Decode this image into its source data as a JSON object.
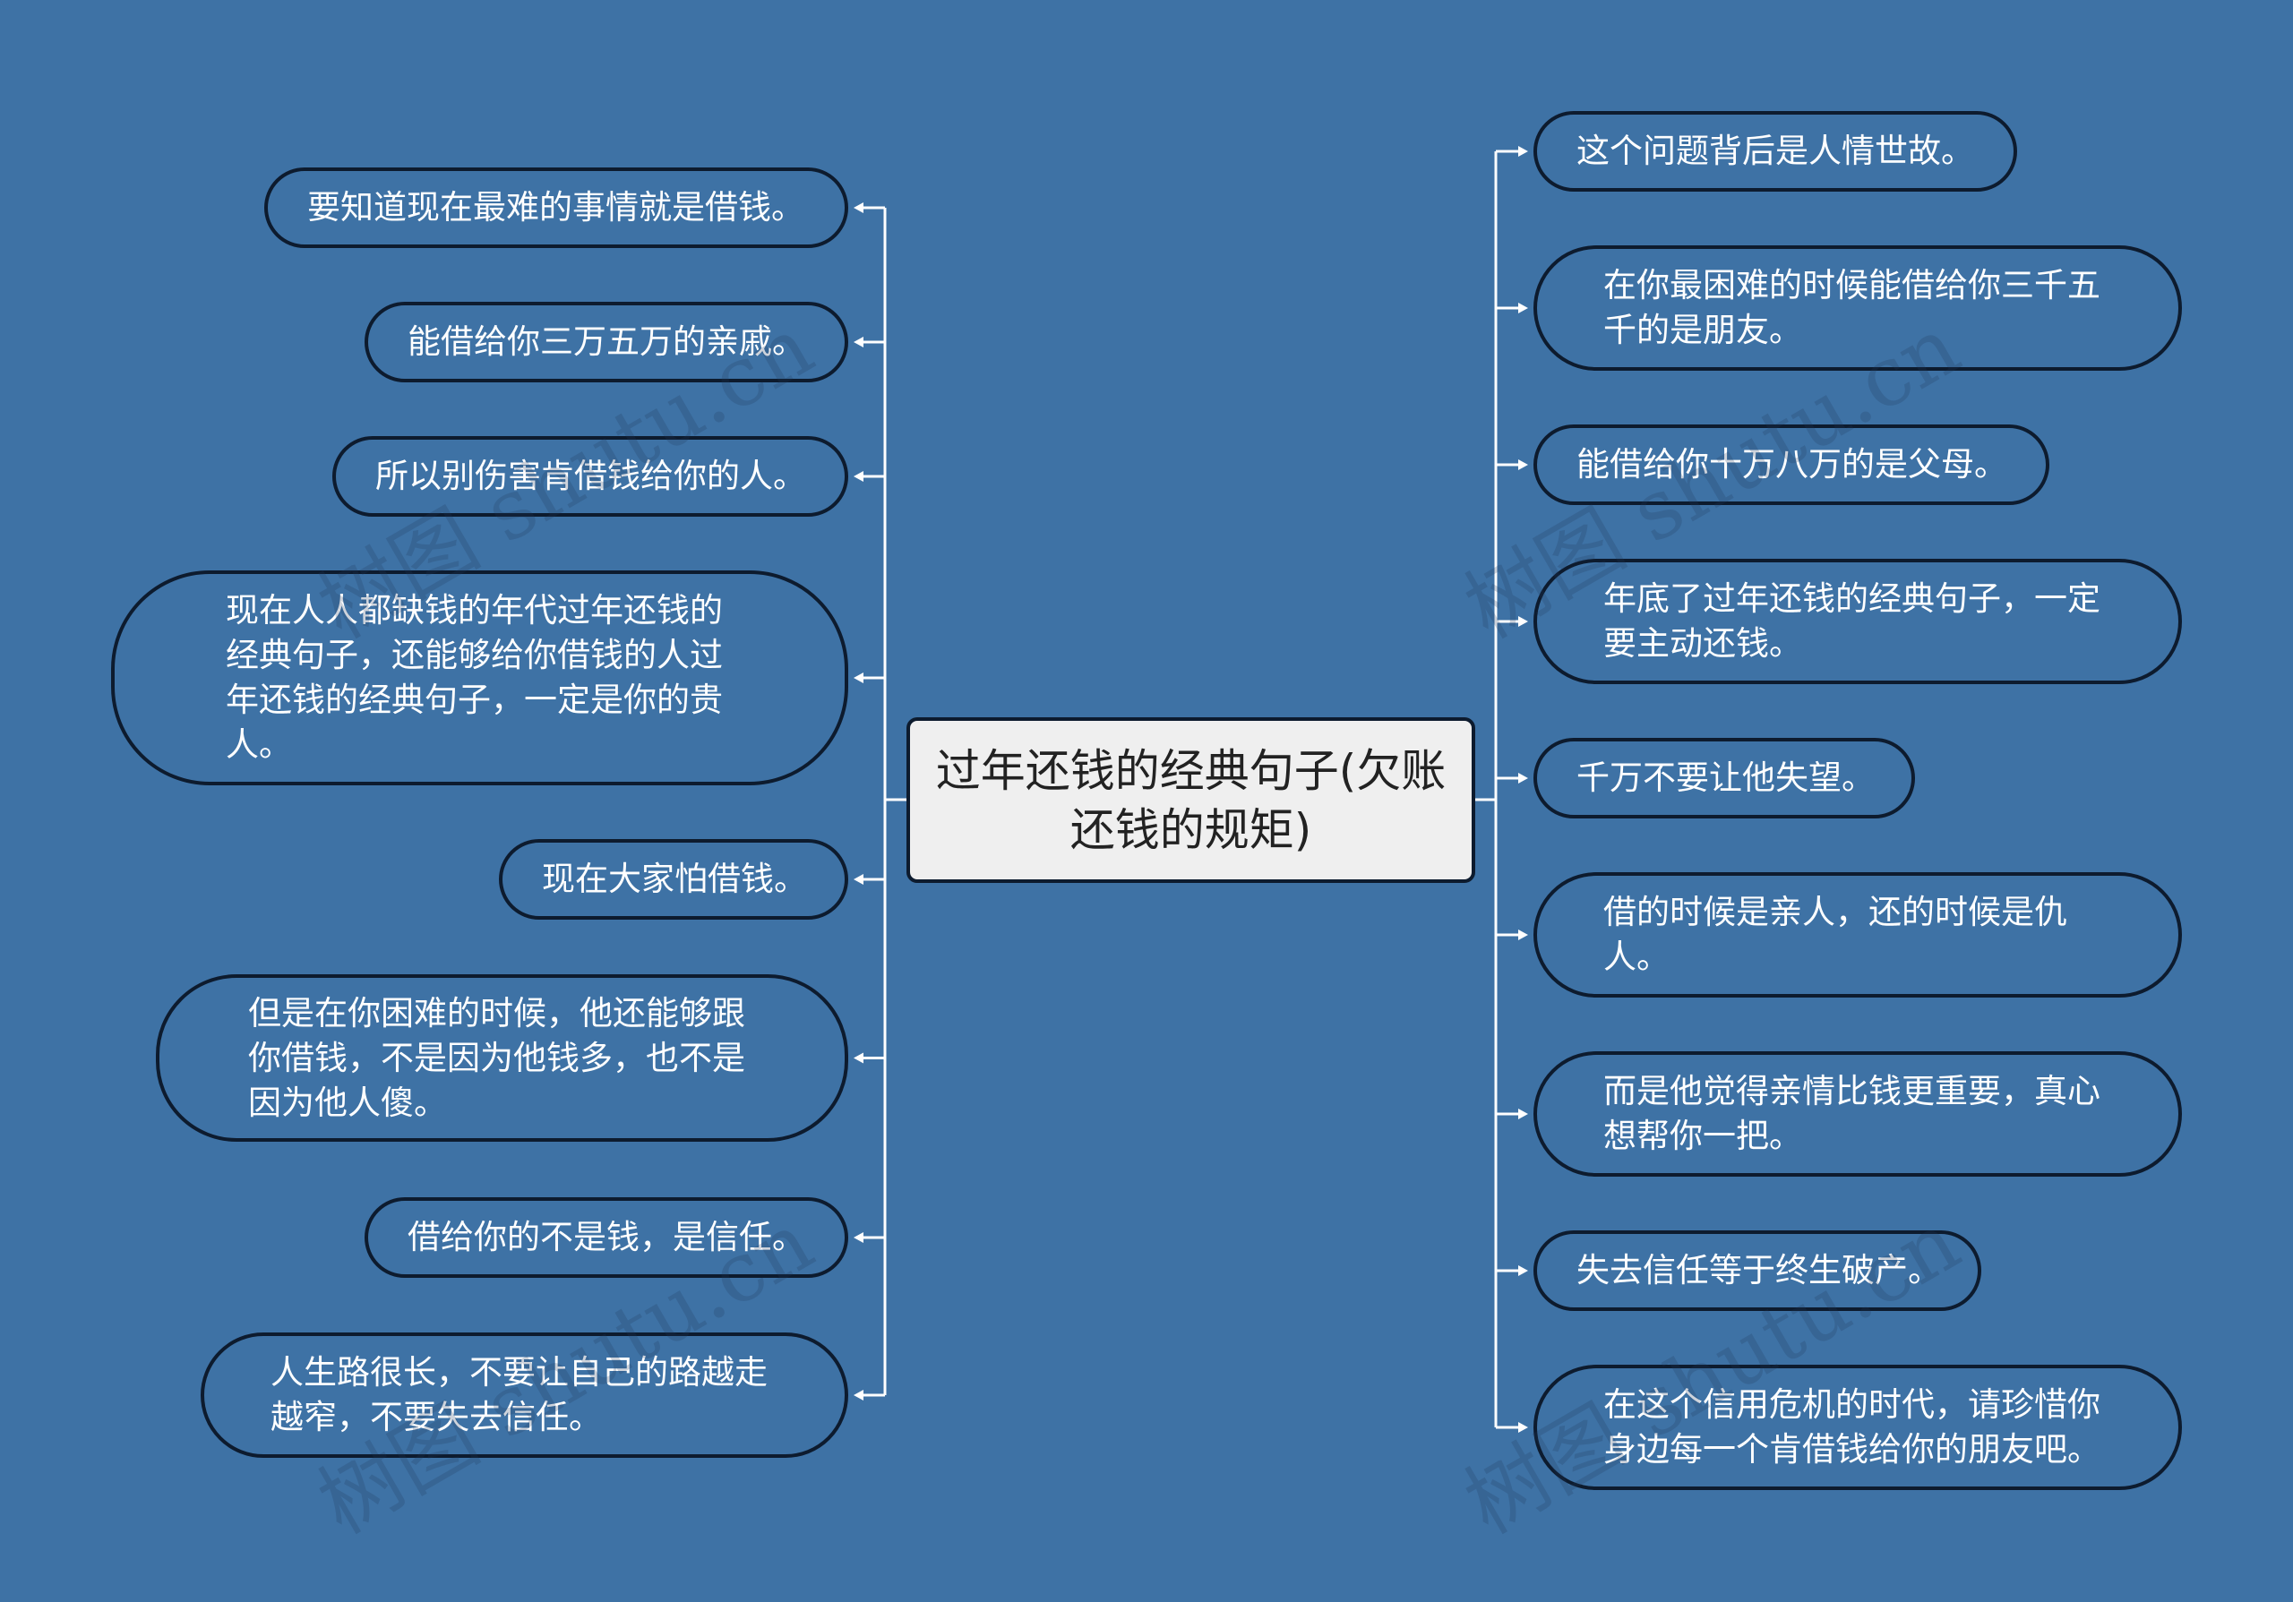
{
  "watermark": "树图 shutu.cn",
  "colors": {
    "background": "#3e72a5",
    "node_border": "#0d1b2e",
    "center_fill": "#efefef",
    "connector": "#ffffff",
    "text": "#ffffff"
  },
  "center": {
    "label": "过年还钱的经典句子(欠账还钱的规矩)"
  },
  "left_branches": [
    {
      "label": "要知道现在最难的事情就是借钱。"
    },
    {
      "label": "能借给你三万五万的亲戚。"
    },
    {
      "label": "所以别伤害肯借钱给你的人。"
    },
    {
      "label": "现在人人都缺钱的年代过年还钱的经典句子，还能够给你借钱的人过年还钱的经典句子，一定是你的贵人。"
    },
    {
      "label": "现在大家怕借钱。"
    },
    {
      "label": "但是在你困难的时候，他还能够跟你借钱，不是因为他钱多，也不是因为他人傻。"
    },
    {
      "label": "借给你的不是钱，是信任。"
    },
    {
      "label": "人生路很长，不要让自己的路越走越窄，不要失去信任。"
    }
  ],
  "right_branches": [
    {
      "label": "这个问题背后是人情世故。"
    },
    {
      "label": "在你最困难的时候能借给你三千五千的是朋友。"
    },
    {
      "label": "能借给你十万八万的是父母。"
    },
    {
      "label": "年底了过年还钱的经典句子，一定要主动还钱。"
    },
    {
      "label": "千万不要让他失望。"
    },
    {
      "label": "借的时候是亲人，还的时候是仇人。"
    },
    {
      "label": "而是他觉得亲情比钱更重要，真心想帮你一把。"
    },
    {
      "label": "失去信任等于终生破产。"
    },
    {
      "label": "在这个信用危机的时代，请珍惜你身边每一个肯借钱给你的朋友吧。"
    }
  ]
}
